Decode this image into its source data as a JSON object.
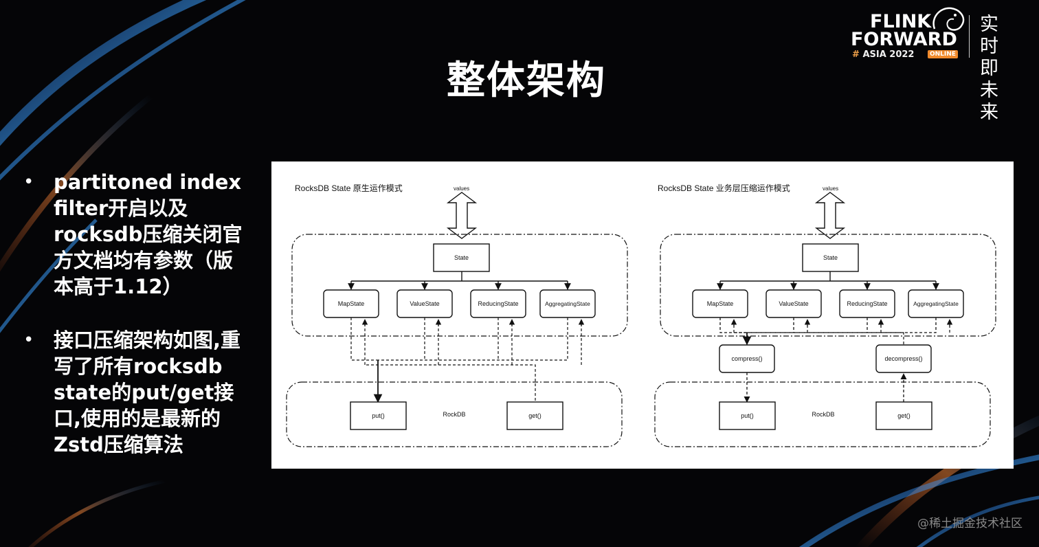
{
  "slide": {
    "title": "整体架构",
    "watermark": "@稀土掘金技术社区"
  },
  "logo": {
    "line1": "FLINK",
    "line2": "FORWARD",
    "hash": "#",
    "asia_year": "ASIA 2022",
    "badge": "ONLINE",
    "slogan_line1": "实时即",
    "slogan_line2": "未来"
  },
  "bullets": [
    {
      "text": "partitoned index filter开启以及rocksdb压缩关闭官方文档均有参数（版本高于1.12）"
    },
    {
      "text": "接口压缩架构如图,重写了所有rocksdb state的put/get接口,使用的是最新的Zstd压缩算法"
    }
  ],
  "diagram": {
    "left": {
      "title": "RocksDB State 原生运作模式",
      "values_label": "values",
      "state": "State",
      "map_state": "MapState",
      "value_state": "ValueState",
      "reducing_state": "ReducingState",
      "aggregating_state": "AggregatingState",
      "put": "put()",
      "rockdb": "RockDB",
      "get": "get()"
    },
    "right": {
      "title": "RocksDB State 业务层压缩运作模式",
      "values_label": "values",
      "state": "State",
      "map_state": "MapState",
      "value_state": "ValueState",
      "reducing_state": "ReducingState",
      "aggregating_state": "AggregatingState",
      "compress": "compress()",
      "decompress": "decompress()",
      "put": "put()",
      "rockdb": "RockDB",
      "get": "get()"
    }
  },
  "colors": {
    "background": "#050507",
    "text": "#ffffff",
    "accent_orange": "#f08a2c",
    "diagram_bg": "#ffffff",
    "diagram_line": "#111111"
  }
}
